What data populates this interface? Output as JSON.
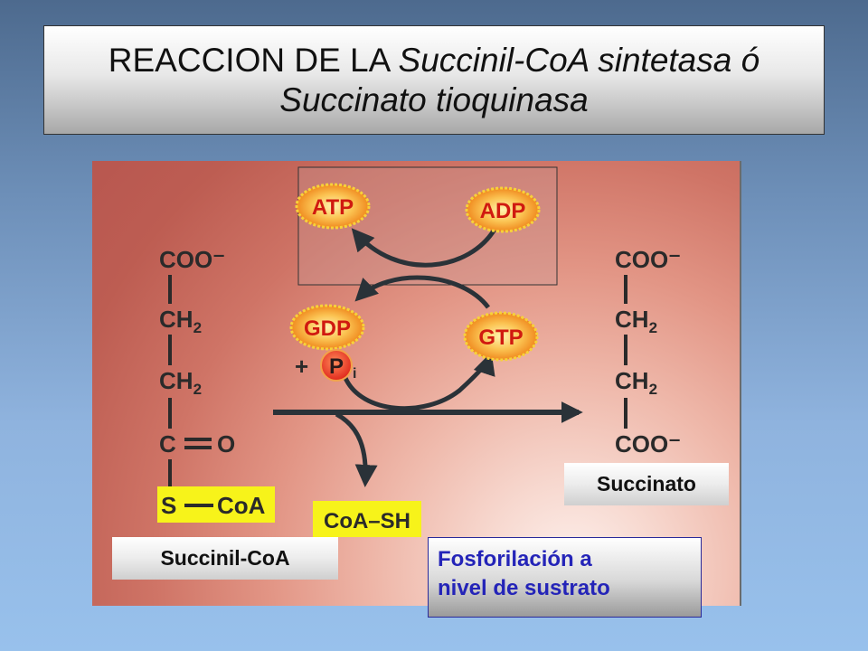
{
  "title": {
    "line1_plain": "REACCION DE LA ",
    "line1_italic": "Succinil-CoA sintetasa ó",
    "line2_italic": "Succinato tioquinasa"
  },
  "diagram": {
    "left_molecule": [
      "COO⁻",
      "CH",
      "CH",
      "C",
      "O",
      "S",
      "CoA"
    ],
    "subscript": "2",
    "right_molecule": [
      "COO⁻",
      "CH",
      "CH",
      "COO⁻"
    ],
    "atp": "ATP",
    "adp": "ADP",
    "gdp": "GDP",
    "gtp": "GTP",
    "plus": "+",
    "phosphate": "P",
    "phosphate_sub": "i",
    "coash": "CoA–SH"
  },
  "labels": {
    "succinil_coa": "Succinil-CoA",
    "succinato": "Succinato",
    "fosforilacion_line1": "Fosforilación a",
    "fosforilacion_line2": "nivel de sustrato"
  },
  "colors": {
    "yellow_box": "#f7f31a",
    "orange_oval": "#f79a2b",
    "red_text": "#d01a10",
    "fosfo_text": "#2424b8"
  }
}
